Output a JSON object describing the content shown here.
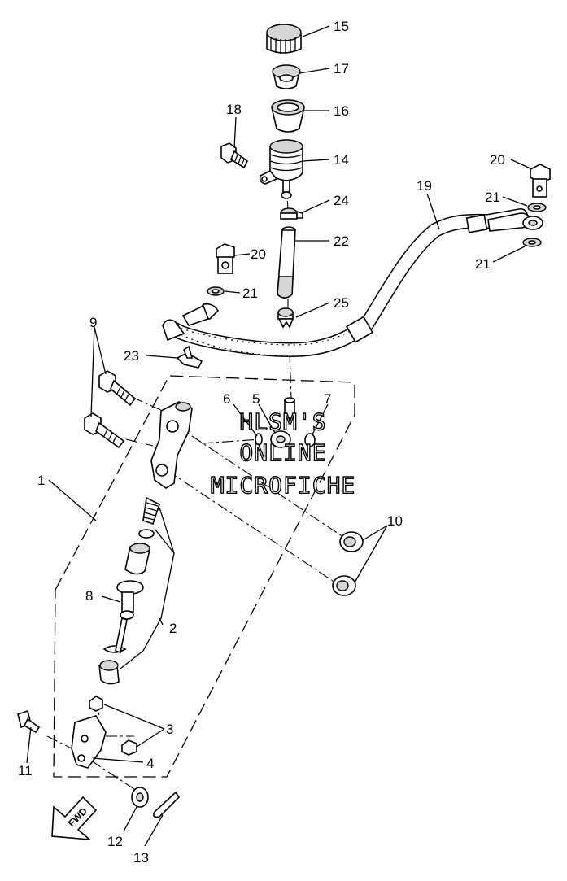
{
  "callouts": [
    "1",
    "2",
    "3",
    "4",
    "5",
    "6",
    "7",
    "8",
    "9",
    "10",
    "11",
    "12",
    "13",
    "14",
    "15",
    "16",
    "17",
    "18",
    "19",
    "20",
    "20",
    "21",
    "21",
    "21",
    "22",
    "23",
    "24",
    "25"
  ],
  "watermark": [
    "HLSM'S",
    "ONLINE",
    "MICROFICHE"
  ],
  "direction_arrow": "FWD"
}
